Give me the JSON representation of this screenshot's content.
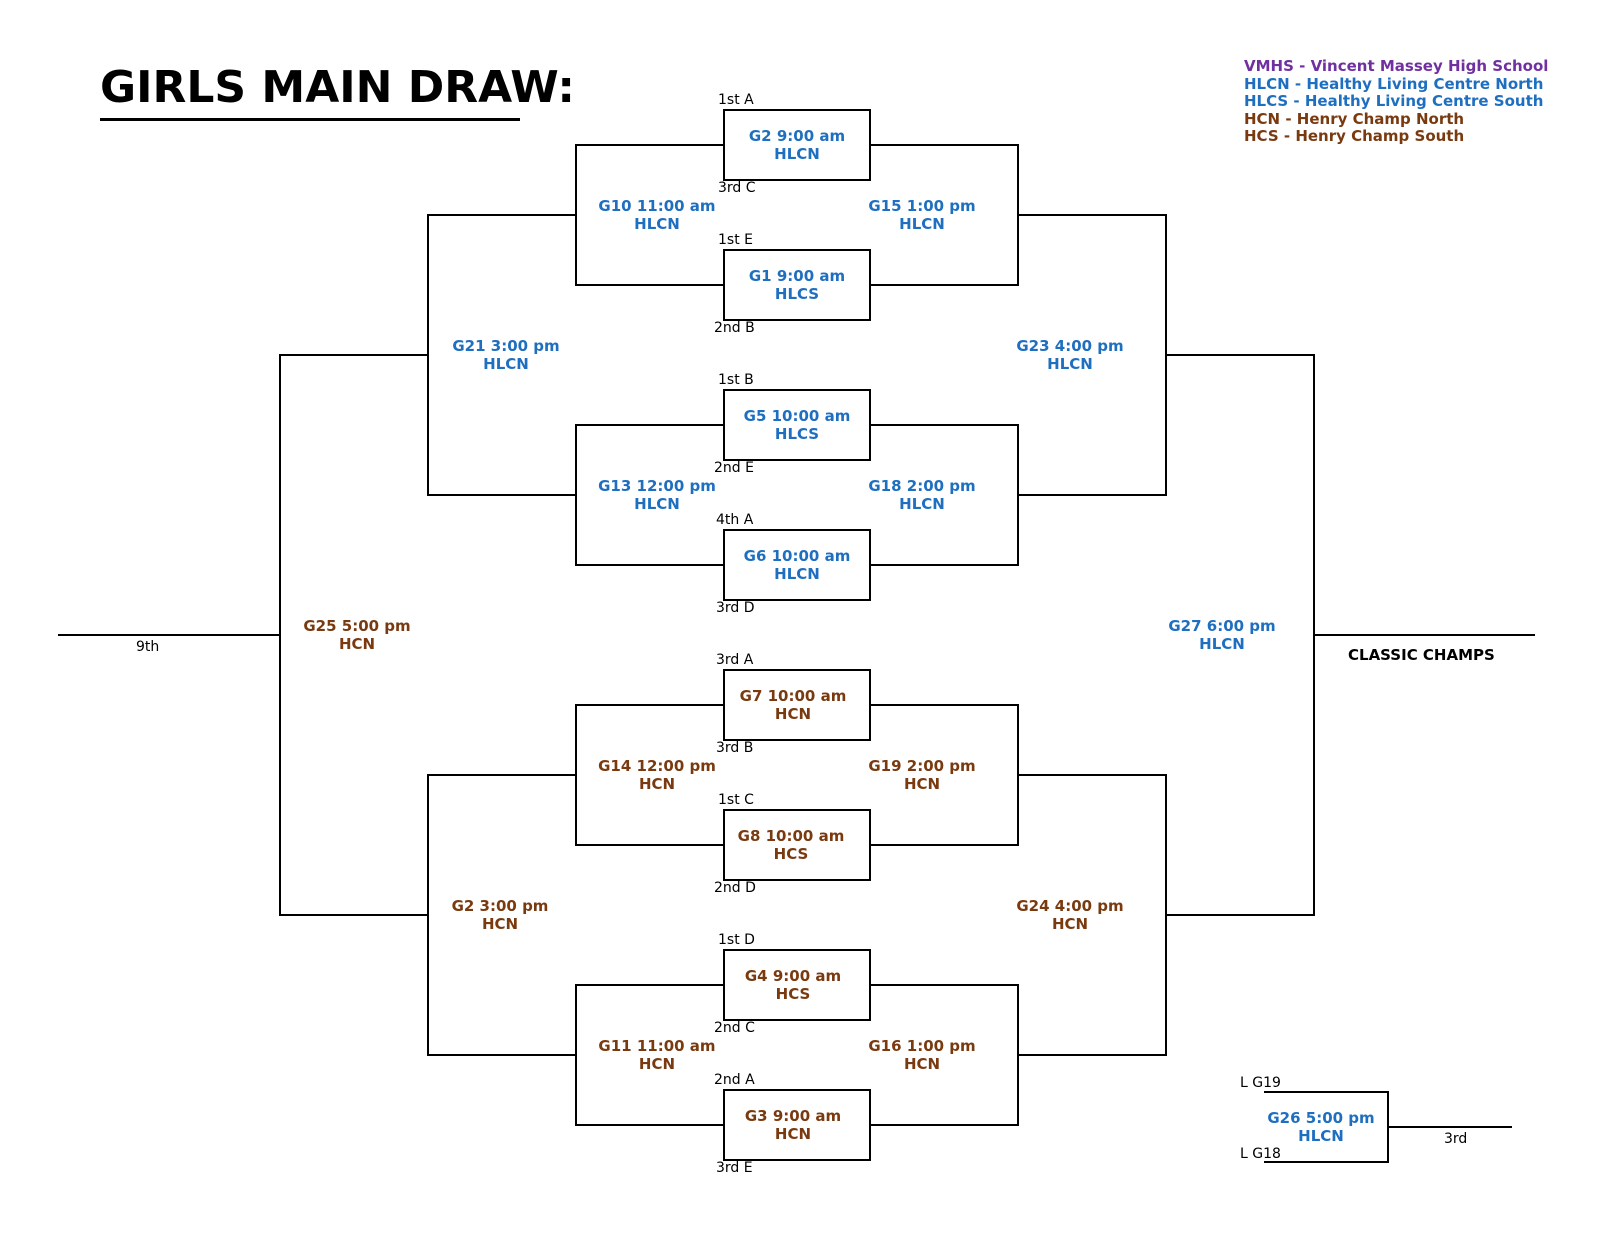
{
  "title": "GIRLS MAIN DRAW:",
  "colors": {
    "blue": "#1f6fc0",
    "brown": "#7a3a10",
    "purple": "#7030a0",
    "line": "#000000"
  },
  "legend": [
    {
      "text": "VMHS - Vincent Massey High School",
      "color": "purple"
    },
    {
      "text": "HLCN - Healthy Living Centre North",
      "color": "blue"
    },
    {
      "text": "HLCS - Healthy Living Centre South",
      "color": "blue"
    },
    {
      "text": "HCN - Henry Champ North",
      "color": "brown"
    },
    {
      "text": "HCS - Henry Champ South",
      "color": "brown"
    }
  ],
  "seeds": {
    "g2_top": "1st A",
    "g2_bottom": "3rd C",
    "g1_top": "1st E",
    "g1_bottom": "2nd B",
    "g5_top": "1st B",
    "g5_bottom": "2nd E",
    "g6_top": "4th A",
    "g6_bottom": "3rd D",
    "g7_top": "3rd A",
    "g7_bottom": "3rd B",
    "g8_top": "1st C",
    "g8_bottom": "2nd D",
    "g4_top": "1st D",
    "g4_bottom": "2nd C",
    "g3_top": "2nd A",
    "g3_bottom": "3rd E",
    "g26_top": "L G19",
    "g26_bottom": "L G18"
  },
  "games": {
    "g2": {
      "line1": "G2  9:00 am",
      "line2": "HLCN",
      "color": "blue"
    },
    "g1": {
      "line1": "G1  9:00 am",
      "line2": "HLCS",
      "color": "blue"
    },
    "g5": {
      "line1": "G5  10:00 am",
      "line2": "HLCS",
      "color": "blue"
    },
    "g6": {
      "line1": "G6  10:00 am",
      "line2": "HLCN",
      "color": "blue"
    },
    "g7": {
      "line1": "G7  10:00 am",
      "line2": "HCN",
      "color": "brown"
    },
    "g8": {
      "line1": "G8 10:00 am",
      "line2": "HCS",
      "color": "brown"
    },
    "g4": {
      "line1": "G4  9:00 am",
      "line2": "HCS",
      "color": "brown"
    },
    "g3": {
      "line1": "G3  9:00 am",
      "line2": "HCN",
      "color": "brown"
    },
    "g10": {
      "line1": "G10  11:00 am",
      "line2": "HLCN",
      "color": "blue"
    },
    "g15": {
      "line1": "G15  1:00 pm",
      "line2": "HLCN",
      "color": "blue"
    },
    "g13": {
      "line1": "G13  12:00 pm",
      "line2": "HLCN",
      "color": "blue"
    },
    "g18": {
      "line1": "G18  2:00 pm",
      "line2": "HLCN",
      "color": "blue"
    },
    "g14": {
      "line1": "G14  12:00 pm",
      "line2": "HCN",
      "color": "brown"
    },
    "g19": {
      "line1": "G19  2:00 pm",
      "line2": "HCN",
      "color": "brown"
    },
    "g11": {
      "line1": "G11  11:00 am",
      "line2": "HCN",
      "color": "brown"
    },
    "g16": {
      "line1": "G16  1:00 pm",
      "line2": "HCN",
      "color": "brown"
    },
    "g21": {
      "line1": "G21  3:00 pm",
      "line2": "HLCN",
      "color": "blue"
    },
    "g23": {
      "line1": "G23  4:00 pm",
      "line2": "HLCN",
      "color": "blue"
    },
    "g2b": {
      "line1": "G2  3:00 pm",
      "line2": "HCN",
      "color": "brown"
    },
    "g24": {
      "line1": "G24  4:00 pm",
      "line2": "HCN",
      "color": "brown"
    },
    "g25": {
      "line1": "G25  5:00 pm",
      "line2": "HCN",
      "color": "brown"
    },
    "g27": {
      "line1": "G27  6:00 pm",
      "line2": "HLCN",
      "color": "blue"
    },
    "g26": {
      "line1": "G26  5:00 pm",
      "line2": "HLCN",
      "color": "blue"
    }
  },
  "places": {
    "ninth": "9th",
    "third": "3rd",
    "champ": "CLASSIC CHAMPS"
  }
}
